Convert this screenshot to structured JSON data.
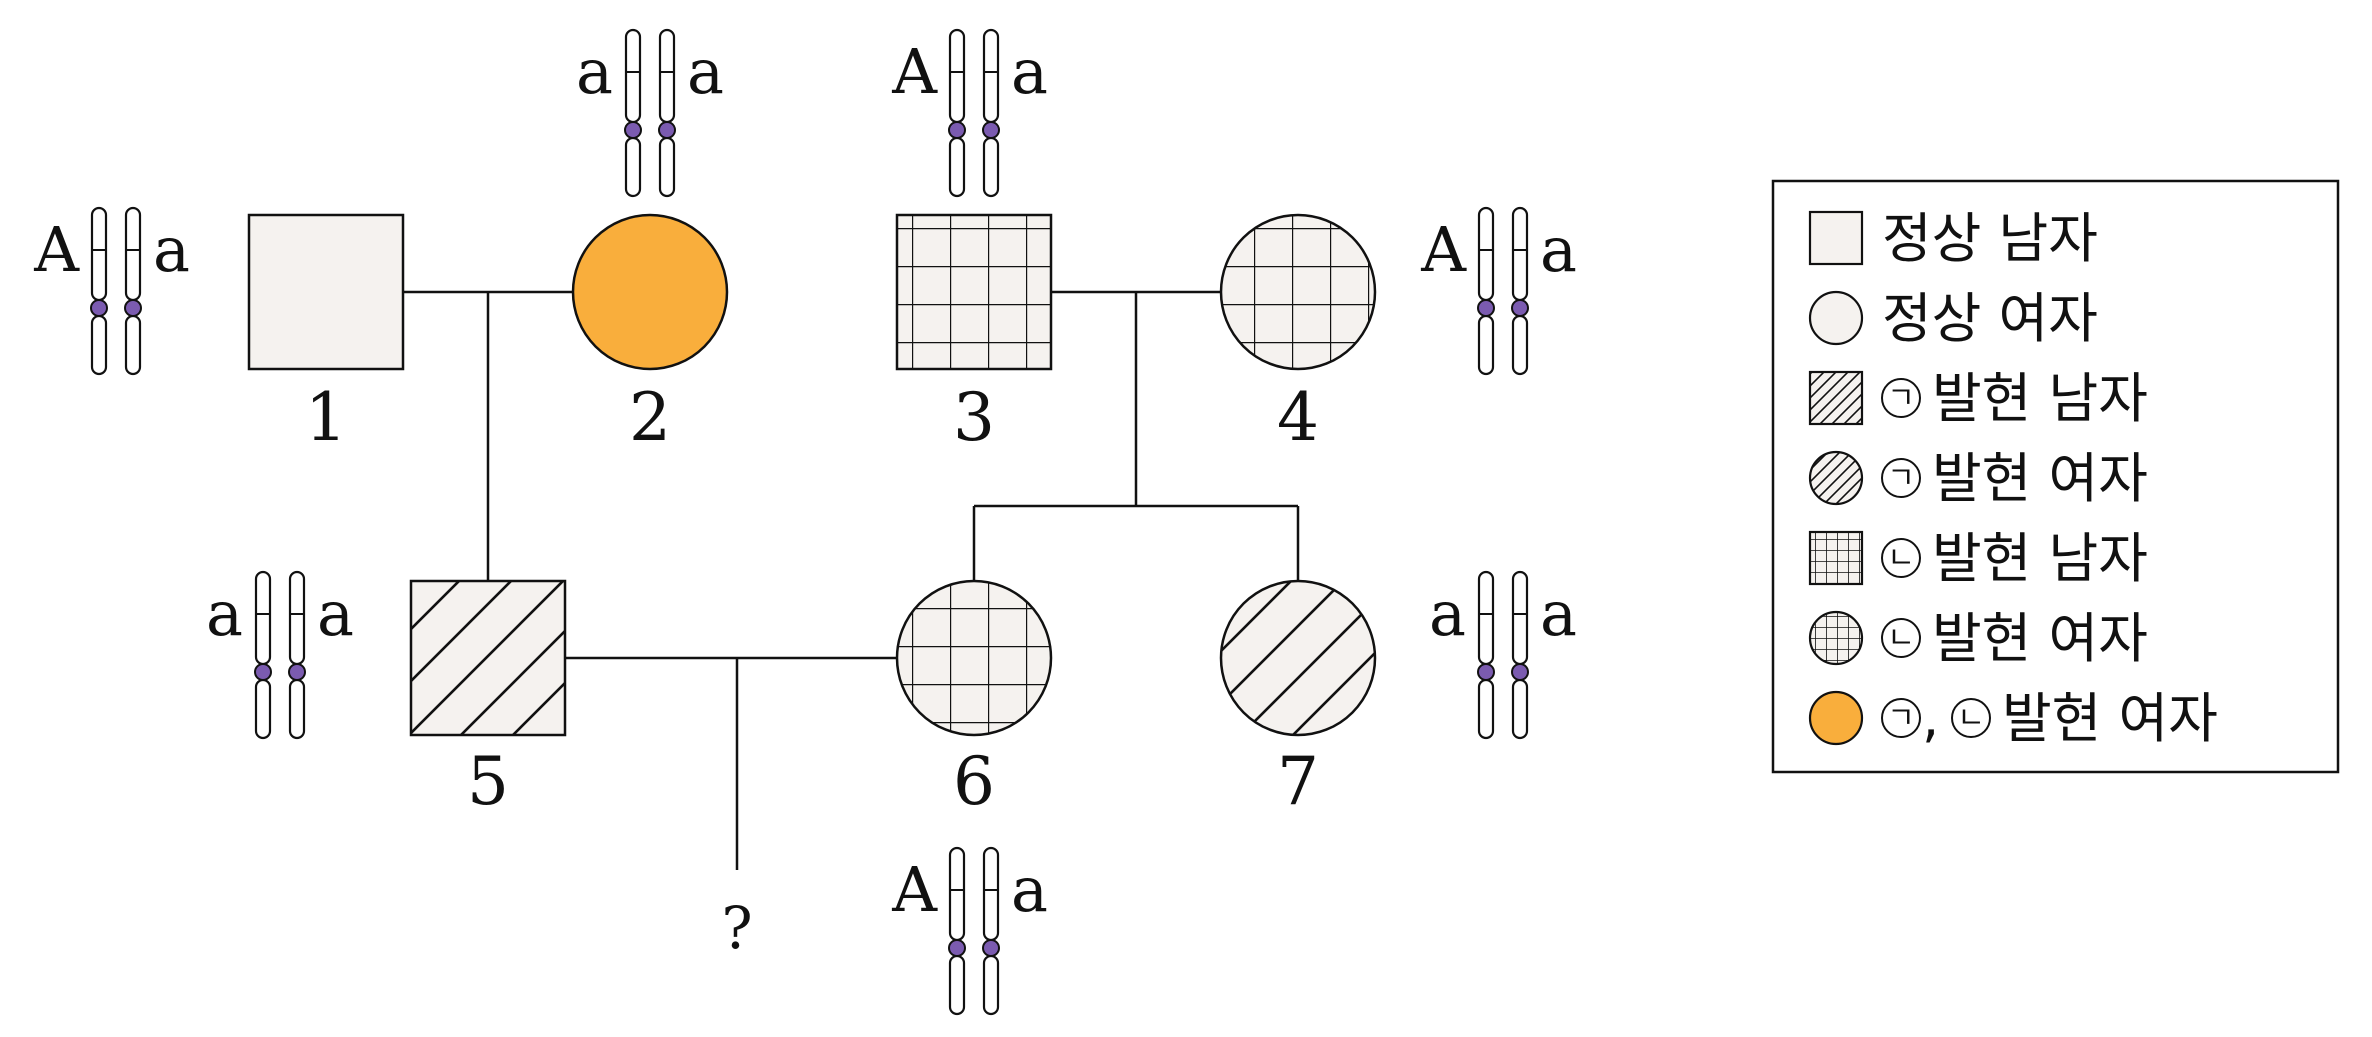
{
  "colors": {
    "normal_fill": "#f5f2ef",
    "both_fill": "#f9ae3c",
    "stroke": "#111111",
    "centromere": "#7b5bb0"
  },
  "individuals": [
    {
      "label": "1",
      "sex": "male",
      "phenotype": "normal",
      "alleles": [
        "A",
        "a"
      ]
    },
    {
      "label": "2",
      "sex": "female",
      "phenotype": "both",
      "alleles": [
        "a",
        "a"
      ]
    },
    {
      "label": "3",
      "sex": "male",
      "phenotype": "trait2",
      "alleles": [
        "A",
        "a"
      ]
    },
    {
      "label": "4",
      "sex": "female",
      "phenotype": "trait2",
      "alleles": [
        "A",
        "a"
      ]
    },
    {
      "label": "5",
      "sex": "male",
      "phenotype": "trait1",
      "alleles": [
        "a",
        "a"
      ]
    },
    {
      "label": "6",
      "sex": "female",
      "phenotype": "trait2",
      "alleles": [
        "A",
        "a"
      ]
    },
    {
      "label": "7",
      "sex": "female",
      "phenotype": "trait1",
      "alleles": [
        "a",
        "a"
      ]
    }
  ],
  "unknown_child": "?",
  "legend": [
    {
      "shape": "square",
      "pattern": "normal",
      "marks": [],
      "text": "정상 남자"
    },
    {
      "shape": "circle",
      "pattern": "normal",
      "marks": [],
      "text": "정상 여자"
    },
    {
      "shape": "square",
      "pattern": "trait1",
      "marks": [
        "ㄱ"
      ],
      "text": "발현 남자"
    },
    {
      "shape": "circle",
      "pattern": "trait1",
      "marks": [
        "ㄱ"
      ],
      "text": "발현 여자"
    },
    {
      "shape": "square",
      "pattern": "trait2",
      "marks": [
        "ㄴ"
      ],
      "text": "발현 남자"
    },
    {
      "shape": "circle",
      "pattern": "trait2",
      "marks": [
        "ㄴ"
      ],
      "text": "발현 여자"
    },
    {
      "shape": "circle",
      "pattern": "both",
      "marks": [
        "ㄱ",
        "ㄴ"
      ],
      "text": "발현 여자"
    }
  ]
}
